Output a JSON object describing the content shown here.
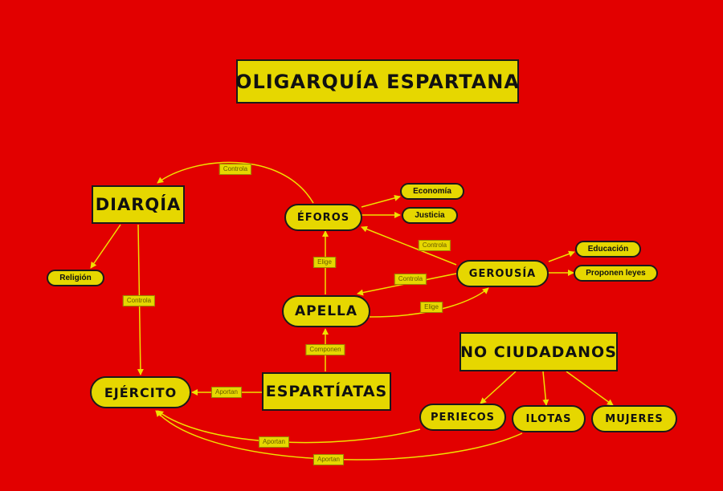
{
  "title": "OLIGARQUÍA ESPARTANA",
  "nodes": {
    "diarquia": "DIARQÍA",
    "eforos": "ÉFOROS",
    "economia": "Economía",
    "justicia": "Justicia",
    "gerousia": "GEROUSÍA",
    "educacion": "Educación",
    "proponen_leyes": "Proponen leyes",
    "religion": "Religión",
    "apella": "APELLA",
    "no_ciudadanos": "NO CIUDADANOS",
    "ejercito": "EJÉRCITO",
    "espartiatas": "ESPARTÍATAS",
    "periecos": "PERIECOS",
    "ilotas": "ILOTAS",
    "mujeres": "MUJERES"
  },
  "link_labels": {
    "eforos_diarquia": "Controla",
    "gerousia_eforos": "Controla",
    "gerousia_apella": "Controla",
    "apella_eforos": "Elige",
    "apella_gerousia": "Elige",
    "diarquia_ejercito": "Controla",
    "espartiatas_apella": "Componen",
    "espartiatas_ejercito": "Aportan",
    "periecos_ejercito": "Aportan",
    "ilotas_ejercito": "Aportan"
  },
  "colors": {
    "background": "#e20000",
    "node_fill": "#e6d700",
    "node_border": "#1a1a1a",
    "connector": "#f0e000"
  }
}
